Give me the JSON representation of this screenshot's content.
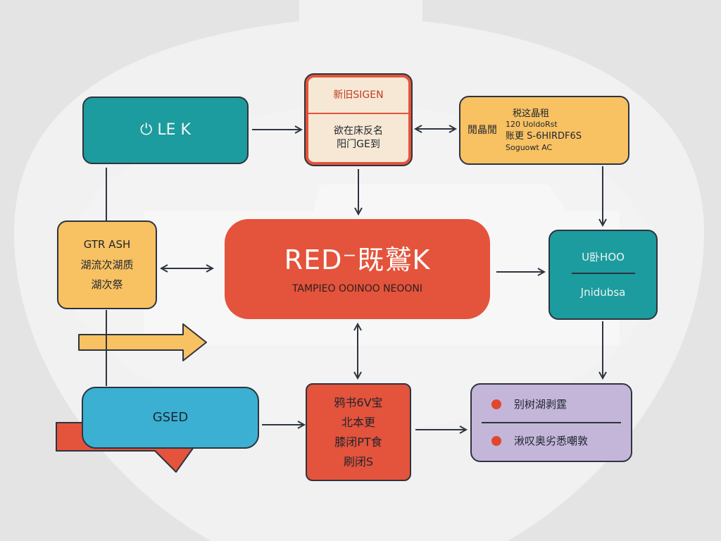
{
  "colors": {
    "teal": "#1c9c9e",
    "orange": "#f8c162",
    "red": "#e4533b",
    "blue": "#3bb0d2",
    "lavender": "#c4b6d9",
    "line": "#2e3440"
  },
  "nodes": {
    "top_left": {
      "label": "⏻ LE K"
    },
    "top_center": {
      "header": "新旧SIGEN",
      "lines": [
        "欲在床反名",
        "阳门GE到"
      ]
    },
    "top_right": {
      "row_label": "閒晶閒",
      "lines": [
        "税这晶租",
        "120 UoldoRst",
        "账更 S-6HIRDF6S",
        "Soguowt AC"
      ]
    },
    "mid_left": {
      "lines": [
        "GTR ASH",
        "湖流次湖质",
        "湖次祭"
      ]
    },
    "center": {
      "title": "RED⁻既鷲K",
      "subtitle": "TAMPIEO OOINOO NEOONI"
    },
    "mid_right": {
      "header": "U卧HOO",
      "sub": "Jnidubsa"
    },
    "bottom_left": {
      "label": "GSED"
    },
    "bottom_center": {
      "lines": [
        "鸦书6V宝",
        "北本更",
        "膝闭PT食",
        "刷闭S"
      ]
    },
    "bottom_right": {
      "items": [
        "别树湖剥霆",
        "湫叹奥劣悉嘲敦"
      ]
    }
  }
}
